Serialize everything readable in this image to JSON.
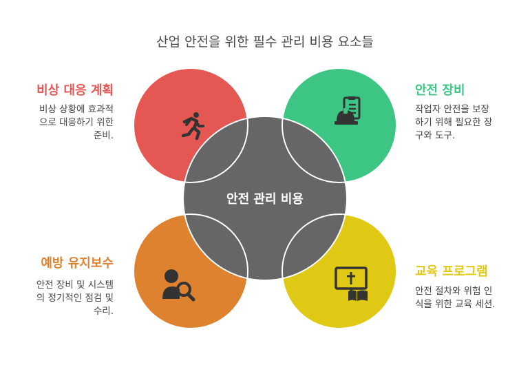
{
  "title": "산업 안전을 위한 필수 관리 비용 요소들",
  "center": {
    "label": "안전 관리 비용",
    "color": "#666666"
  },
  "items": [
    {
      "heading": "비상 대응 계획",
      "desc": [
        "비상 상황에 효과적",
        "으로 대응하기 위한",
        "준비."
      ],
      "color": "#E55753",
      "icon": "running-person-icon"
    },
    {
      "heading": "안전 장비",
      "desc": [
        "작업자 안전을 보장",
        "하기 위해 필요한 장",
        "구와 도구."
      ],
      "color": "#3DC683",
      "icon": "hardhat-clipboard-icon"
    },
    {
      "heading": "예방 유지보수",
      "desc": [
        "안전 장비 및 시스템",
        "의 정기적인 점검 및",
        "수리."
      ],
      "color": "#DF8230",
      "icon": "person-search-icon"
    },
    {
      "heading": "교육 프로그램",
      "desc": [
        "안전 절차와 위험 인",
        "식을 위한 교육 세션."
      ],
      "color": "#DFC914",
      "icon": "training-board-icon"
    }
  ]
}
